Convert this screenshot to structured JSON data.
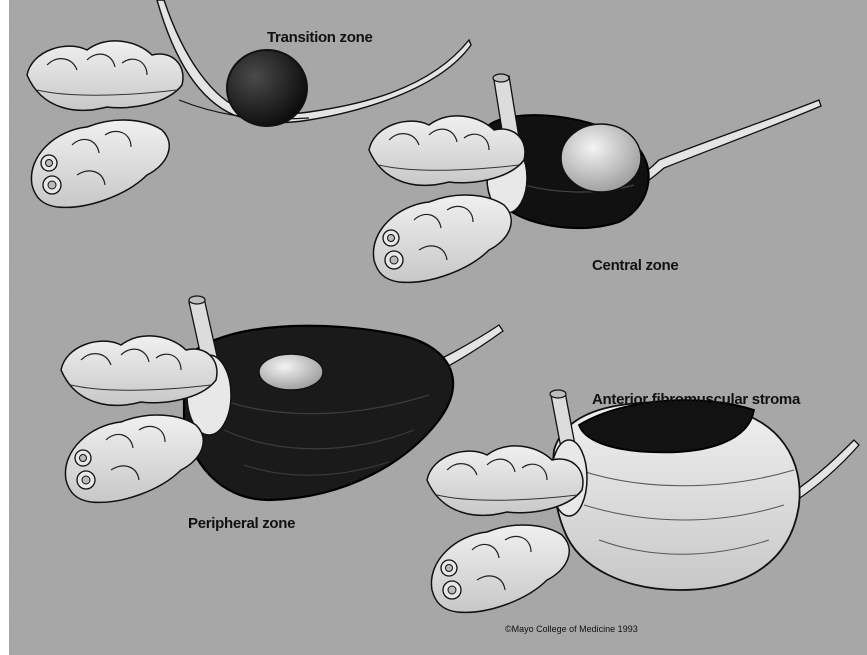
{
  "figure": {
    "labels": {
      "transition_zone": "Transition zone",
      "central_zone": "Central zone",
      "peripheral_zone": "Peripheral zone",
      "anterior_stroma": "Anterior fibromuscular stroma"
    },
    "credit": "©Mayo College of Medicine 1993"
  },
  "colors": {
    "background": "#a9a9a9",
    "zone_fill": "#1c1c1c",
    "tissue_light": "#e7e7e7",
    "outline": "#111111"
  }
}
